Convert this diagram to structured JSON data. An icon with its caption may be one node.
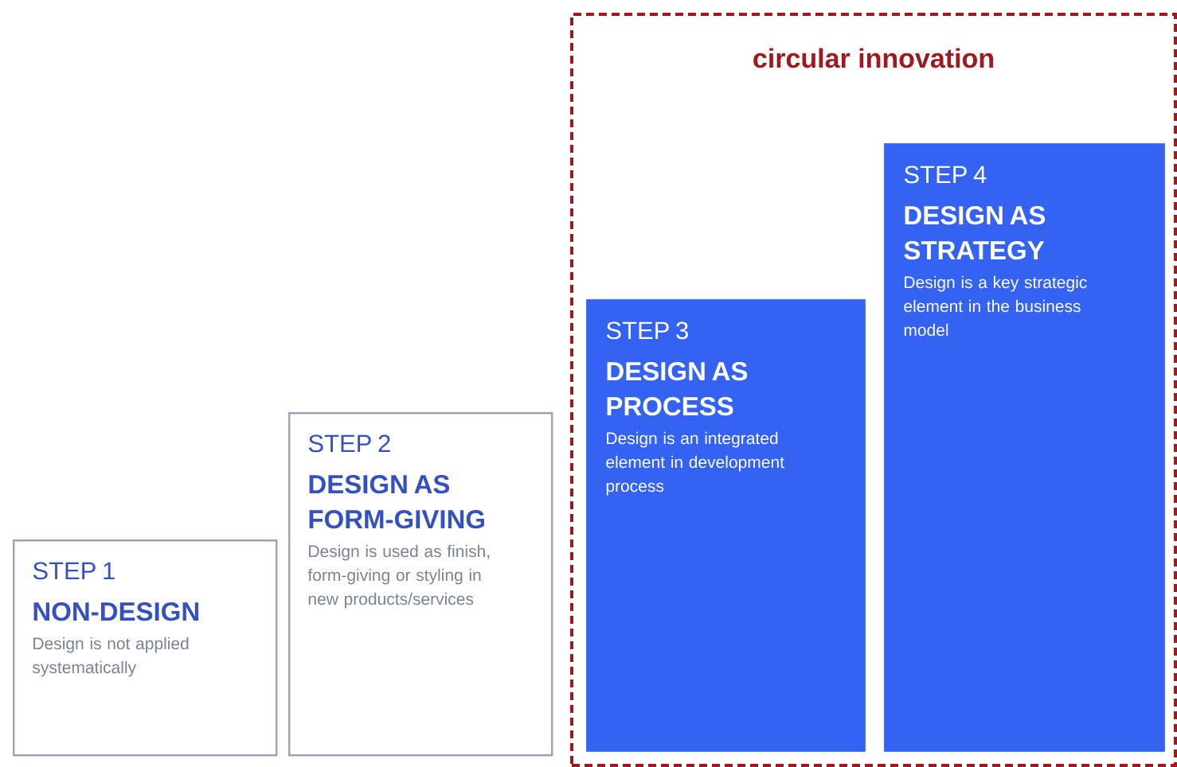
{
  "diagram": {
    "nodes": [
      {
        "text": [
          "STEP 1",
          "NON-DESIGN",
          "Design is not applied systematically"
        ]
      },
      {
        "text": [
          "STEP 2",
          "DESIGN AS FORM-GIVING",
          "Design is used as finish, form-giving or styling in new products/services"
        ]
      },
      {
        "text": [
          "circular innovation"
        ]
      },
      {
        "text": [
          "STEP 3",
          "DESIGN AS PROCESS",
          "Design is an integrated element in development process"
        ],
        "in": 2
      },
      {
        "text": [
          "STEP 4",
          "DESIGN AS STRATEGY",
          "Design is a key strategic element in the business model"
        ],
        "in": 2
      }
    ]
  }
}
